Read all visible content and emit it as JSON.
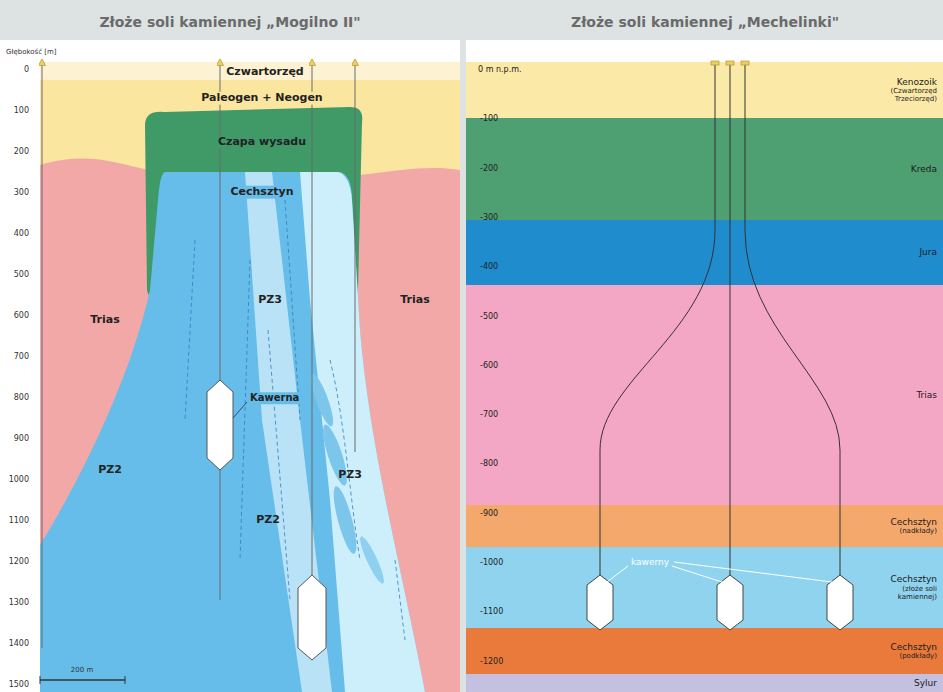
{
  "diagram": {
    "nodes": [
      {
        "text": [
          "Kenozoik",
          "(Czwartorzęd Trzeciorzęd)"
        ]
      },
      {
        "text": [
          "Kreda"
        ]
      },
      {
        "text": [
          "Jura"
        ]
      },
      {
        "text": [
          "Trias"
        ]
      },
      {
        "text": [
          "Cechsztyn",
          "(nadkłady)"
        ]
      },
      {
        "text": [
          "Cechsztyn",
          "(złoże soli kamiennej)"
        ]
      },
      {
        "text": [
          "Cechsztyn",
          "(podkłady)"
        ]
      },
      {
        "text": [
          "Sylur"
        ]
      }
    ],
    "labels": [
      "Złoże soli kamiennej „Mogilno II\"",
      "Złoże soli kamiennej „Mechelinki\"",
      "Głębokość [m]",
      "0",
      "100",
      "200",
      "300",
      "400",
      "500",
      "600",
      "700",
      "800",
      "900",
      "1000",
      "1100",
      "1200",
      "1300",
      "1400",
      "1500",
      "Czwartorzęd",
      "Paleogen + Neogen",
      "Czapa wysadu",
      "Cechsztyn",
      "PZ3",
      "Trias",
      "Trias",
      "Kawerna",
      "PZ2",
      "PZ2",
      "PZ3",
      "200 m",
      "0 m n.p.m.",
      "-100",
      "-200",
      "-300",
      "-400",
      "-500",
      "-600",
      "-700",
      "-800",
      "-900",
      "-1000",
      "-1100",
      "-1200",
      "kawerny"
    ]
  }
}
